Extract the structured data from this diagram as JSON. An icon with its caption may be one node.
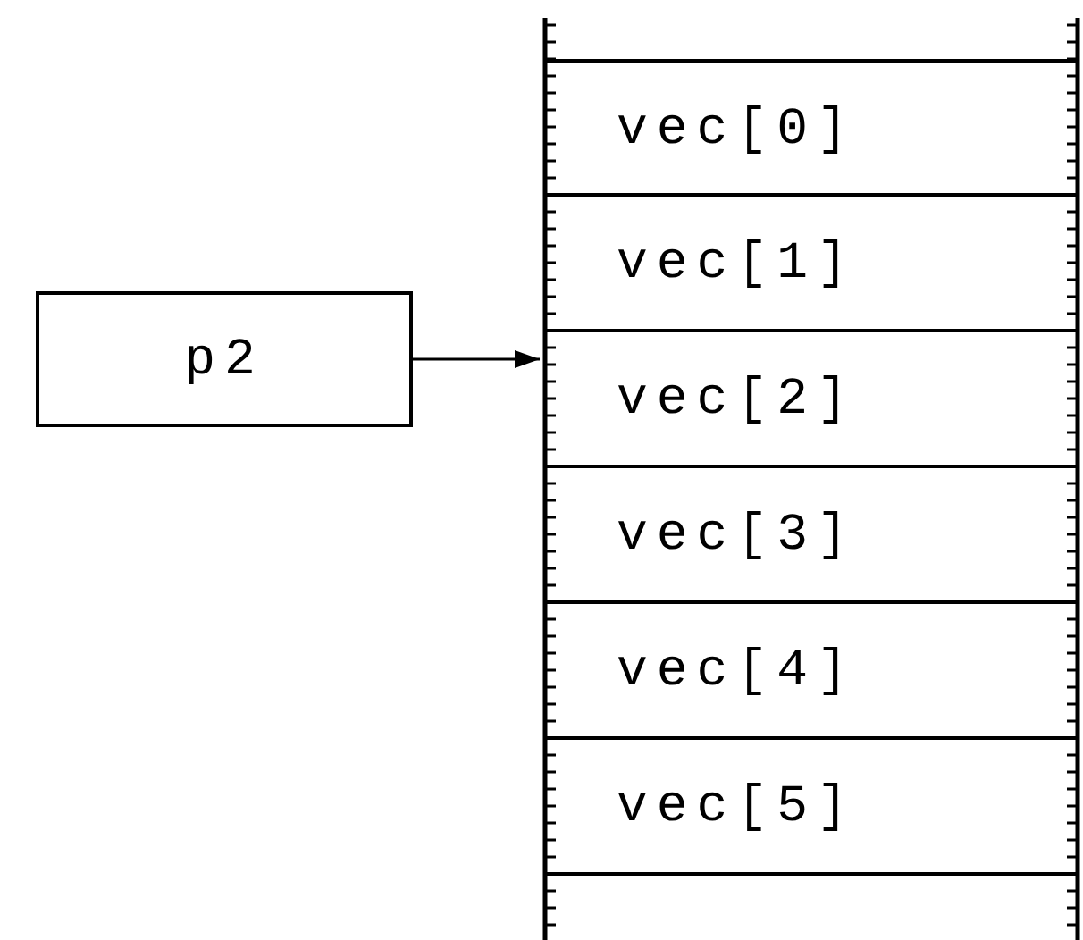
{
  "diagram": {
    "nodes": [
      {
        "text": [
          "p2"
        ]
      },
      {
        "text": [
          "vec[0]"
        ]
      },
      {
        "text": [
          "vec[1]"
        ]
      },
      {
        "text": [
          "vec[2]"
        ]
      },
      {
        "text": [
          "vec[3]"
        ]
      },
      {
        "text": [
          "vec[4]"
        ]
      },
      {
        "text": [
          "vec[5]"
        ]
      },
      {
        "text": [],
        "shape": "box"
      }
    ],
    "edges": [
      {
        "from": 0,
        "to": 3,
        "arrow": "to"
      }
    ]
  }
}
